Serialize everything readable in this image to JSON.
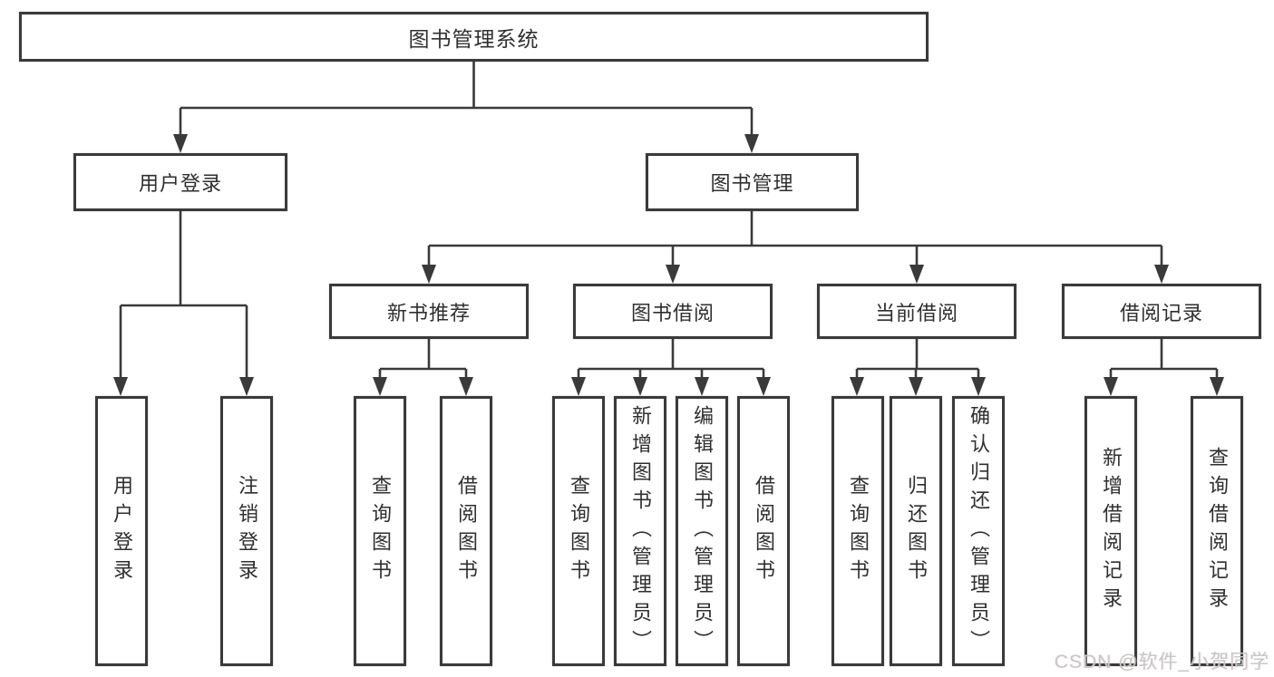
{
  "tree": {
    "label": "图书管理系统",
    "children": [
      {
        "label": "用户登录",
        "children": [
          {
            "label": "用户登录"
          },
          {
            "label": "注销登录"
          }
        ]
      },
      {
        "label": "图书管理",
        "children": [
          {
            "label": "新书推荐",
            "children": [
              {
                "label": "查询图书"
              },
              {
                "label": "借阅图书"
              }
            ]
          },
          {
            "label": "图书借阅",
            "children": [
              {
                "label": "查询图书"
              },
              {
                "label": "新增图书（管理员）"
              },
              {
                "label": "编辑图书（管理员）"
              },
              {
                "label": "借阅图书"
              }
            ]
          },
          {
            "label": "当前借阅",
            "children": [
              {
                "label": "查询图书"
              },
              {
                "label": "归还图书"
              },
              {
                "label": "确认归还（管理员）"
              }
            ]
          },
          {
            "label": "借阅记录",
            "children": [
              {
                "label": "新增借阅记录"
              },
              {
                "label": "查询借阅记录"
              }
            ]
          }
        ]
      }
    ]
  },
  "watermark": {
    "text": "CSDN @软件_小贺同学"
  },
  "colors": {
    "line": "#3a3a3a",
    "box_border": "#3a3a3a",
    "text": "#2f2f2f",
    "watermark": "#c7c7c7",
    "background": "#ffffff"
  }
}
